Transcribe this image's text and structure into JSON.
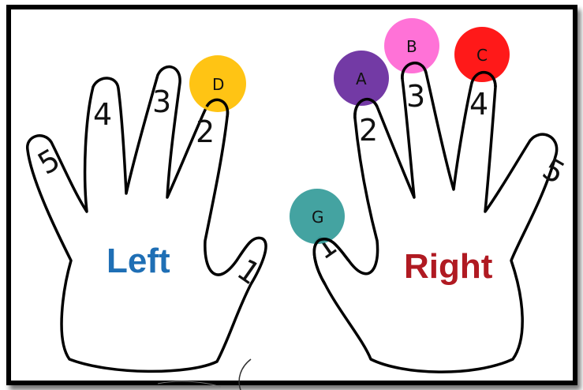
{
  "hands": {
    "left": {
      "label": "Left",
      "label_color": "#1f6fb5",
      "fingers": [
        "1",
        "2",
        "3",
        "4",
        "5"
      ]
    },
    "right": {
      "label": "Right",
      "label_color": "#b01a22",
      "fingers": [
        "1",
        "2",
        "3",
        "4",
        "5"
      ]
    }
  },
  "notes": [
    {
      "label": "D",
      "color": "#ffc107"
    },
    {
      "label": "G",
      "color": "#3a9e9c"
    },
    {
      "label": "A",
      "color": "#6b2fa0"
    },
    {
      "label": "B",
      "color": "#ff6ad5"
    },
    {
      "label": "C",
      "color": "#ff0d0d"
    }
  ]
}
